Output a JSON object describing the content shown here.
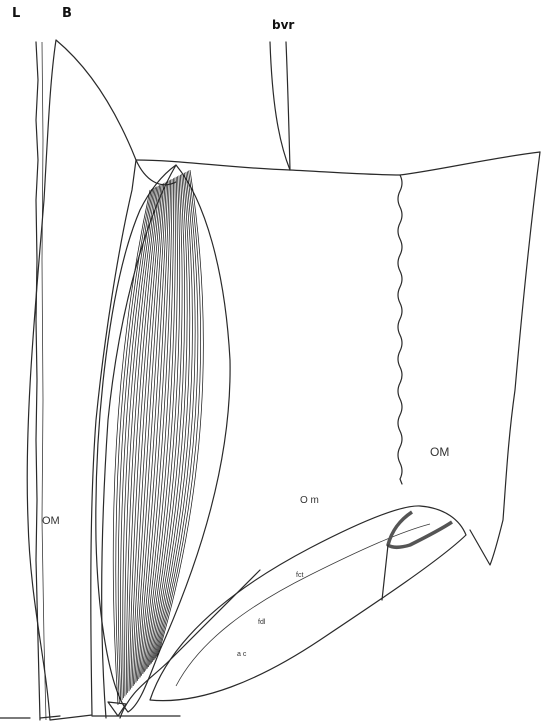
{
  "header": {
    "label_left": "L",
    "label_b": "B",
    "label_top": "bvr"
  },
  "diagram": {
    "labels": {
      "om_left": "OM",
      "om_right": "OM",
      "o_m": "O m",
      "small_1": "fct",
      "small_2": "fdl",
      "small_3": "a c"
    }
  },
  "colors": {
    "line": "#2a2a2a",
    "fill": "#ffffff"
  }
}
